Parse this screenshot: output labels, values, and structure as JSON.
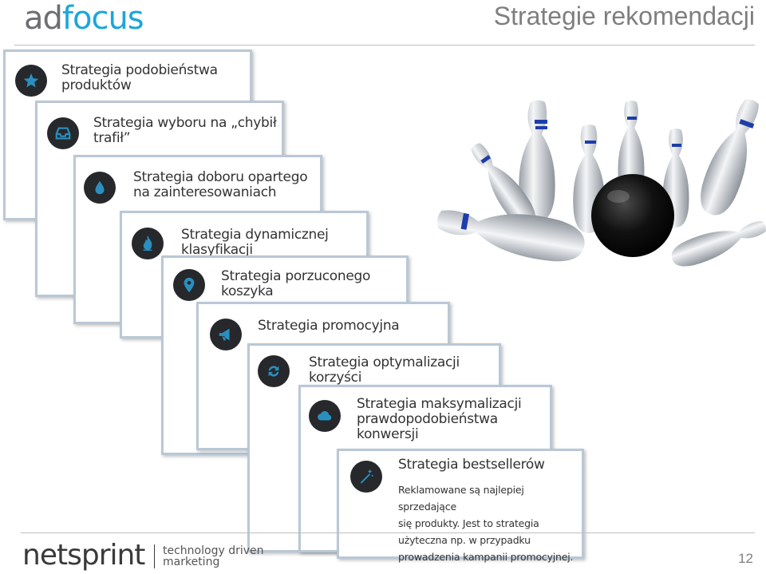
{
  "header": {
    "logo_ad": "ad",
    "logo_focus": "focus",
    "title": "Strategie rekomendacji"
  },
  "cards": [
    {
      "line1": "Strategia podobieństwa",
      "line2": "produktów",
      "icon": "star-icon"
    },
    {
      "line1": "Strategia wyboru na „chybił",
      "line2": "trafił”",
      "icon": "inbox-icon"
    },
    {
      "line1": "Strategia doboru opartego",
      "line2": "na zainteresowaniach",
      "icon": "drop-icon"
    },
    {
      "line1": "Strategia dynamicznej",
      "line2": "klasyfikacji",
      "icon": "fire-icon"
    },
    {
      "line1": "Strategia porzuconego",
      "line2": "koszyka",
      "icon": "map-pin-icon"
    },
    {
      "line1": "Strategia promocyjna",
      "line2": "",
      "icon": "megaphone-icon"
    },
    {
      "line1": "Strategia optymalizacji",
      "line2": "korzyści",
      "icon": "refresh-icon"
    },
    {
      "line1": "Strategia maksymalizacji",
      "line2": "prawdopodobieństwa",
      "line3": "konwersji",
      "icon": "cloud-icon"
    },
    {
      "line1": "Strategia bestsellerów",
      "line2": "",
      "icon": "magic-wand-icon",
      "desc": [
        "Reklamowane są najlepiej sprzedające",
        "się produkty. Jest to strategia",
        "użyteczna np. w przypadku",
        "prowadzenia kampanii promocyjnej."
      ]
    }
  ],
  "footer": {
    "brand": "netsprint",
    "tagline_1": "technology driven",
    "tagline_2": "marketing",
    "page_number": "12"
  }
}
